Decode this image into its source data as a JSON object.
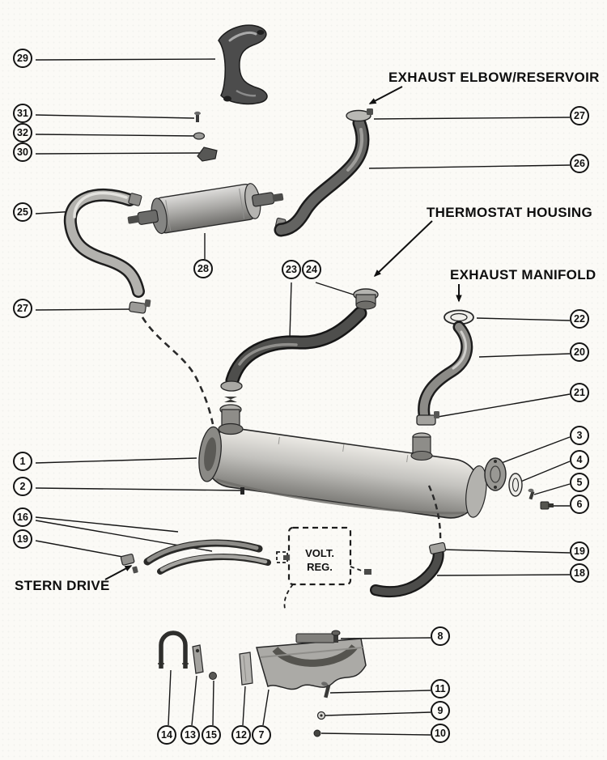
{
  "page": {
    "paper_color": "#fbfaf6",
    "ink_color": "#141414"
  },
  "labels": {
    "exhaust_elbow": "EXHAUST ELBOW/RESERVOIR",
    "thermostat_housing": "THERMOSTAT HOUSING",
    "exhaust_manifold": "EXHAUST MANIFOLD",
    "stern_drive": "STERN DRIVE",
    "volt_reg_line1": "VOLT.",
    "volt_reg_line2": "REG."
  },
  "callouts": {
    "c29": "29",
    "c31": "31",
    "c32": "32",
    "c30": "30",
    "c25": "25",
    "c27_left": "27",
    "c1": "1",
    "c2": "2",
    "c16": "16",
    "c19_left": "19",
    "c28": "28",
    "c23": "23",
    "c24": "24",
    "c27_right": "27",
    "c26": "26",
    "c22": "22",
    "c20": "20",
    "c21": "21",
    "c3": "3",
    "c4": "4",
    "c5": "5",
    "c6": "6",
    "c19_right": "19",
    "c18": "18",
    "c8": "8",
    "c11": "11",
    "c9": "9",
    "c10": "10",
    "c14": "14",
    "c13": "13",
    "c15": "15",
    "c12": "12",
    "c7": "7"
  }
}
